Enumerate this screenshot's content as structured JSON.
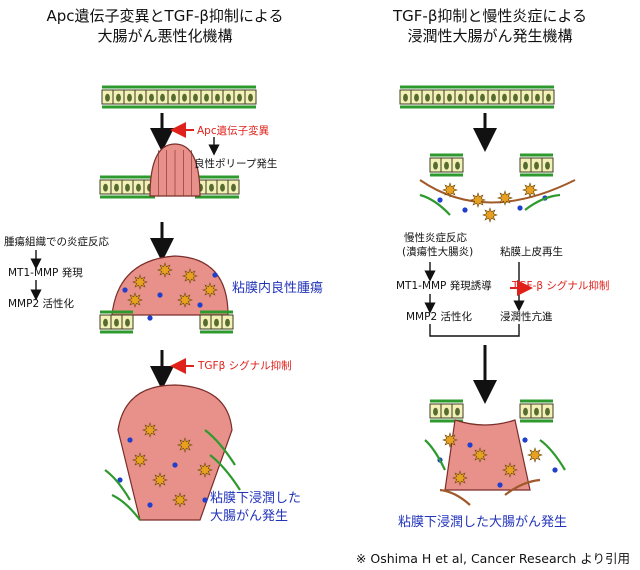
{
  "left_panel": {
    "title_line1": "Apc遺伝子変異とTGF-β抑制による",
    "title_line2": "大腸がん悪性化機構",
    "apc_mutation": "Apc遺伝子変異",
    "benign_polyp": "良性ポリープ発生",
    "tumor_inflammation": "腫瘍組織での炎症反応",
    "mt1mmp": "MT1-MMP 発現",
    "mmp2": "MMP2 活性化",
    "intramucosal": "粘膜内良性腫瘍",
    "tgf_suppression": "TGFβ シグナル抑制",
    "submucosal_line1": "粘膜下浸潤した",
    "submucosal_line2": "大腸がん発生"
  },
  "right_panel": {
    "title_line1": "TGF-β抑制と慢性炎症による",
    "title_line2": "浸潤性大腸がん発生機構",
    "chronic_inflammation_line1": "慢性炎症反応",
    "chronic_inflammation_line2": "(潰瘍性大腸炎)",
    "mucosal_regeneration": "粘膜上皮再生",
    "mt1mmp_induction": "MT1-MMP 発現誘導",
    "tgf_suppression": "TGF-β シグナル抑制",
    "mmp2": "MMP2 活性化",
    "invasion": "浸潤性亢進",
    "submucosal": "粘膜下浸潤した大腸がん発生"
  },
  "citation": "※ Oshima H et al, Cancer Research より引用",
  "colors": {
    "epithelium": "#f4f1b8",
    "epithelium_stroke": "#3d3d20",
    "nucleus": "#556b2f",
    "tumor": "#e8908a",
    "tumor_stroke": "#7a2e2a",
    "mucosa_line": "#2e9a2e",
    "inflammatory_cell": "#e8a020",
    "dot": "#1f3fcc",
    "brown_line": "#a05a2a",
    "arrow": "#111111",
    "red_arrow": "#e0201a",
    "blue_text": "#2233bb"
  }
}
